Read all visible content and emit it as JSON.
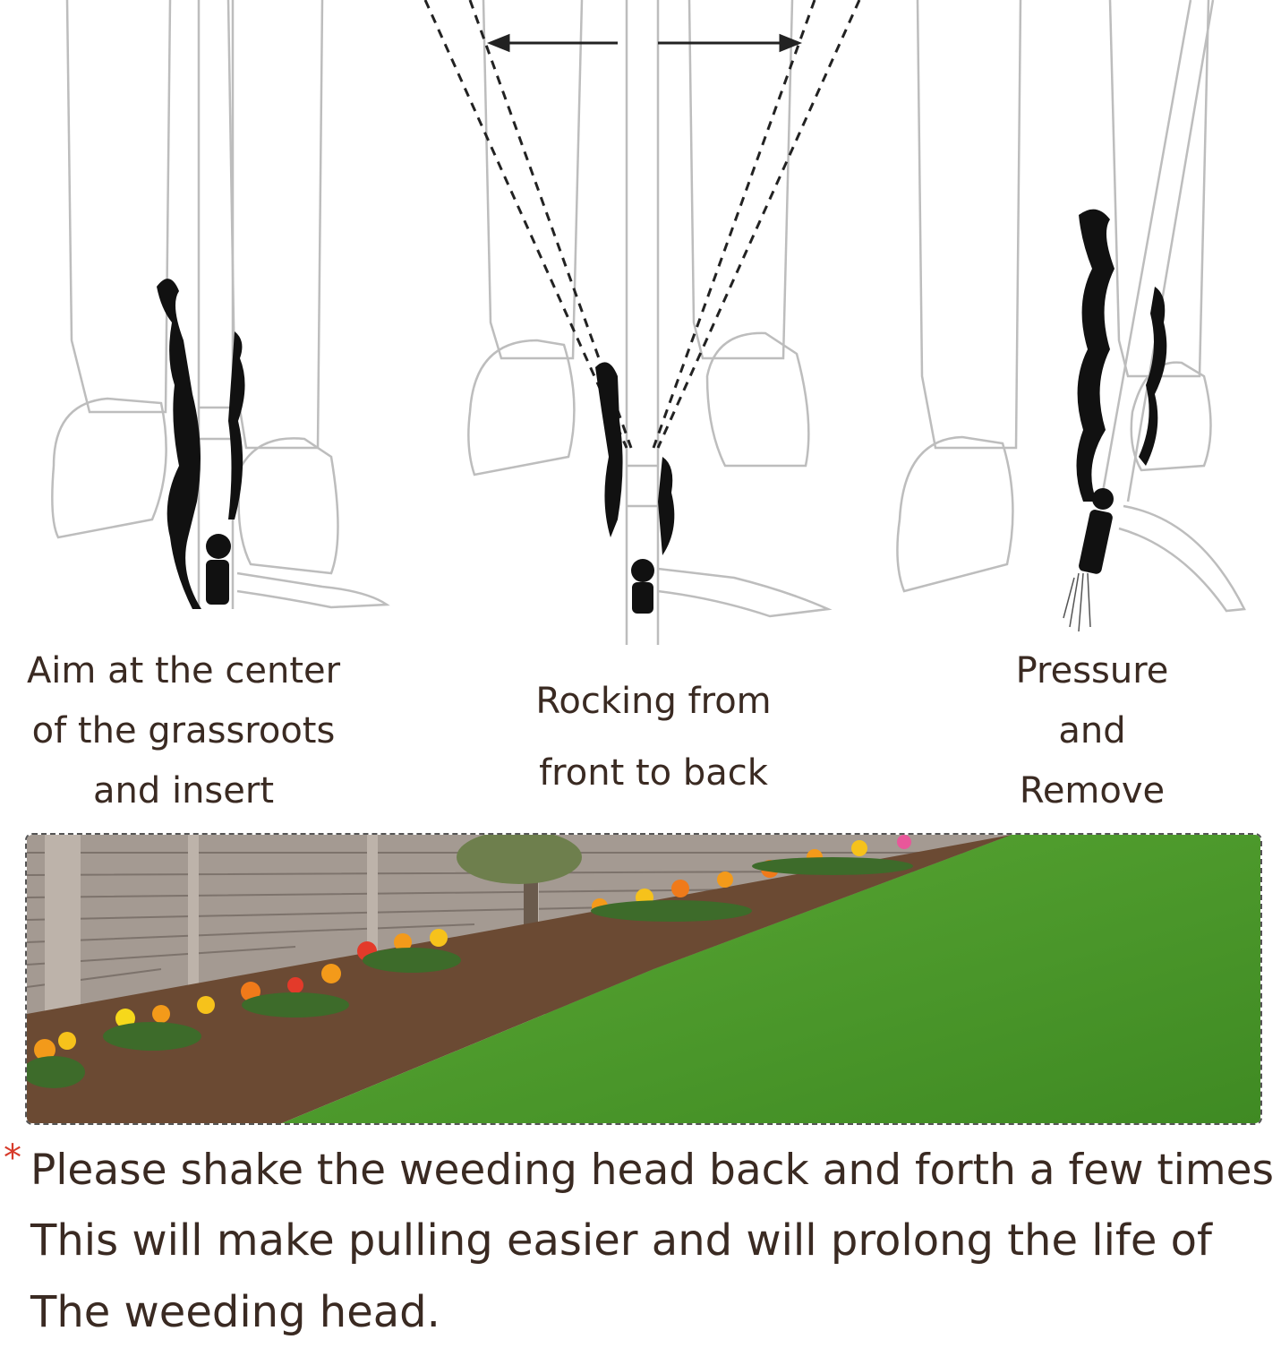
{
  "steps": [
    {
      "caption_lines": [
        "Aim at the center",
        "of the grassroots",
        "and insert"
      ]
    },
    {
      "caption_lines": [
        "Rocking from",
        "front to back"
      ]
    },
    {
      "caption_lines": [
        "Pressure",
        "and",
        "Remove"
      ]
    }
  ],
  "tip": {
    "asterisk": "*",
    "lines": [
      "Please shake the weeding head back and forth a few times",
      "This will make pulling easier and will prolong the life of",
      "The weeding head."
    ]
  },
  "colors": {
    "text": "#3a2a22",
    "asterisk": "#d73a2a",
    "lawn": "#4f9a2c",
    "soil": "#6b4a33",
    "fence": "#9a8f86"
  }
}
